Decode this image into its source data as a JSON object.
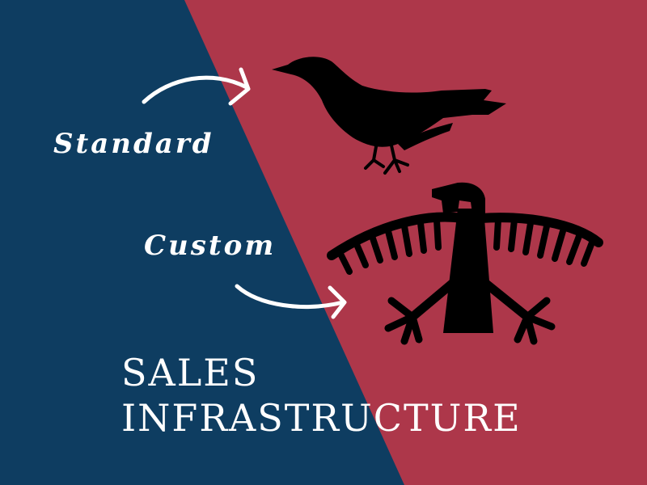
{
  "colors": {
    "left_panel": "#0e3d61",
    "right_panel": "#ad374a",
    "foreground": "#ffffff",
    "silhouette": "#000000"
  },
  "labels": {
    "standard": "Standard",
    "custom": "Custom"
  },
  "title": {
    "line1": "SALES",
    "line2": "INFRASTRUCTURE"
  },
  "icons": {
    "standard": "bird-silhouette-icon",
    "custom": "thunderbird-glyph-icon",
    "arrow": "curved-arrow-icon"
  }
}
